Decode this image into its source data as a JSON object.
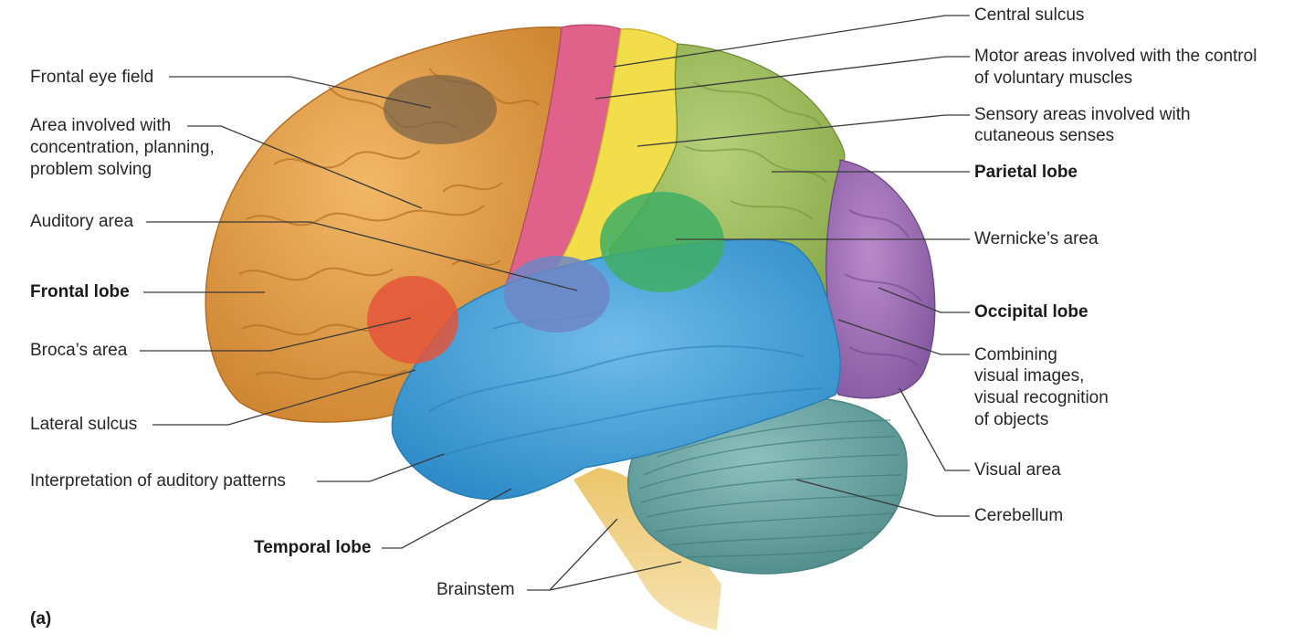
{
  "figure": {
    "panel_label": "(a)",
    "labels": {
      "central_sulcus": "Central sulcus",
      "motor_areas_1": "Motor areas involved with the control",
      "motor_areas_2": "of voluntary muscles",
      "sensory_areas_1": "Sensory areas involved with",
      "sensory_areas_2": "cutaneous senses",
      "parietal_lobe": "Parietal lobe",
      "wernickes_area": "Wernicke’s area",
      "occipital_lobe": "Occipital lobe",
      "combining_1": "Combining",
      "combining_2": "visual images,",
      "combining_3": "visual recognition",
      "combining_4": "of objects",
      "visual_area": "Visual area",
      "cerebellum": "Cerebellum",
      "frontal_eye_field": "Frontal eye field",
      "concentration_1": "Area involved with",
      "concentration_2": "concentration, planning,",
      "concentration_3": "problem solving",
      "auditory_area": "Auditory area",
      "frontal_lobe": "Frontal lobe",
      "brocas_area": "Broca’s area",
      "lateral_sulcus": "Lateral sulcus",
      "interpretation_auditory": "Interpretation of auditory patterns",
      "temporal_lobe": "Temporal lobe",
      "brainstem": "Brainstem"
    },
    "colors": {
      "frontal_lobe": "#E8A24E",
      "motor_strip": "#E0628A",
      "sensory_strip": "#F2DE4A",
      "parietal_lobe": "#9FBE5A",
      "occipital_lobe": "#A272B8",
      "temporal_lobe": "#52A8DE",
      "cerebellum": "#6FA9A8",
      "brainstem": "#E9C065",
      "frontal_eye_field": "#8A7050",
      "brocas_area": "#E4553A",
      "auditory_area": "#6F86C4",
      "wernickes_area": "#3FAE64"
    }
  }
}
